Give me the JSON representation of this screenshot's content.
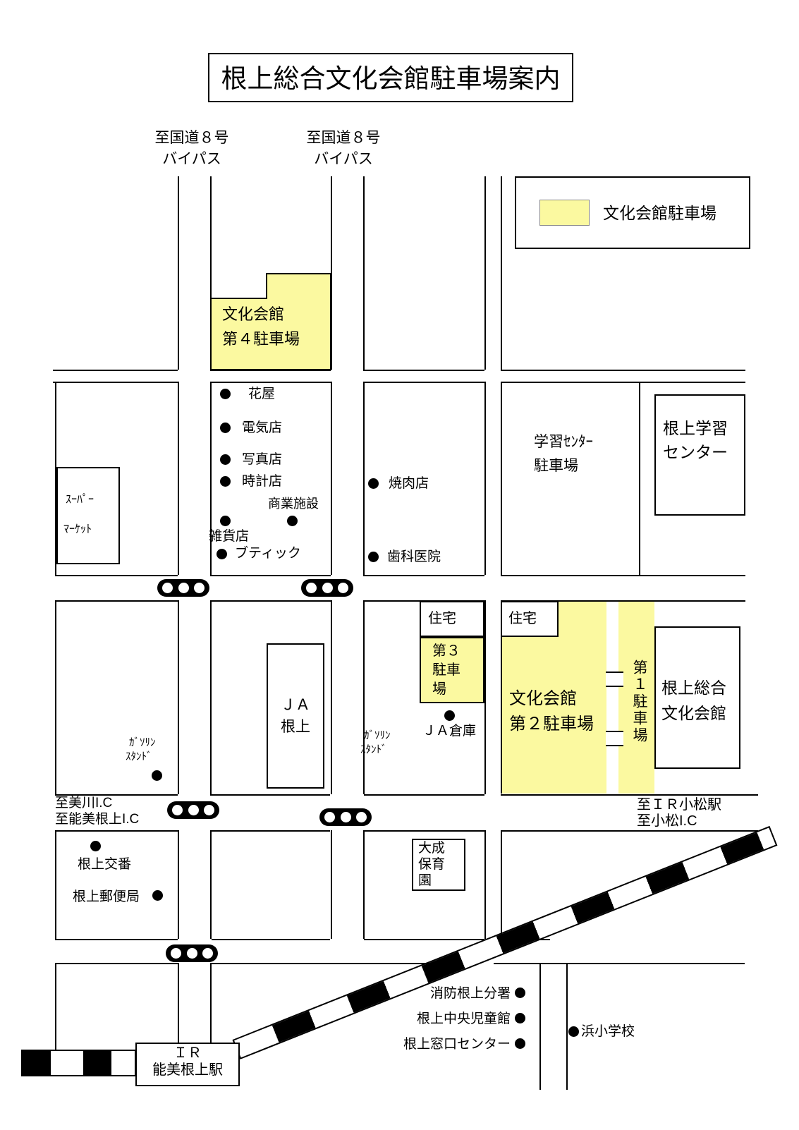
{
  "title": "根上総合文化会館駐車場案内",
  "legend": {
    "label": "文化会館駐車場",
    "parking_color": "#fbf9a0"
  },
  "road_labels": {
    "north1_line1": "至国道８号",
    "north1_line2": "バイパス",
    "north2_line1": "至国道８号",
    "north2_line2": "バイパス",
    "west_line1": "至美川I.C",
    "west_line2": "至能美根上I.C",
    "east_line1": "至ＩＲ小松駅",
    "east_line2": "至小松I.C"
  },
  "parking": {
    "p4_line1": "文化会館",
    "p4_line2": "第４駐車場",
    "p3_line1": "第３",
    "p3_line2": "駐車",
    "p3_line3": "場",
    "p2_line1": "文化会館",
    "p2_line2": "第２駐車場",
    "p1_vertical": "第１駐車場",
    "gakushu_line1": "学習ｾﾝﾀｰ",
    "gakushu_line2": "駐車場"
  },
  "buildings": {
    "supermarket_line1": "ｽｰﾊﾟｰ",
    "supermarket_line2": "ﾏｰｹｯﾄ",
    "gakushu_center_line1": "根上学習",
    "gakushu_center_line2": "センター",
    "jyutaku_left": "住宅",
    "jyutaku_right": "住宅",
    "ja_line1": "ＪＡ",
    "ja_line2": "根上",
    "bunka_line1": "根上総合",
    "bunka_line2": "文化会館",
    "hoikuen_line1": "大成",
    "hoikuen_line2": "保育",
    "hoikuen_line3": "園",
    "station_line1": "ＩＲ",
    "station_line2": "能美根上駅"
  },
  "pois": {
    "hanaya": "花屋",
    "denkiten": "電気店",
    "shashinten": "写真店",
    "tokeiten": "時計店",
    "shogyoshisetsu": "商業施設",
    "zakkaten": "雑貨店",
    "boutique": "ブティック",
    "yakinikuten": "焼肉店",
    "shikaiin": "歯科医院",
    "gasoline1_line1": "ｶﾞｿﾘﾝ",
    "gasoline1_line2": "ｽﾀﾝﾄﾞ",
    "gasoline2_line1": "ｶﾞｿﾘﾝ",
    "gasoline2_line2": "ｽﾀﾝﾄﾞ",
    "ja_soko": "ＪＡ倉庫",
    "koban": "根上交番",
    "yubinkyoku": "根上郵便局",
    "shobo": "消防根上分署",
    "jidokan": "根上中央児童館",
    "madoguchi": "根上窓口センター",
    "hama": "浜小学校"
  }
}
